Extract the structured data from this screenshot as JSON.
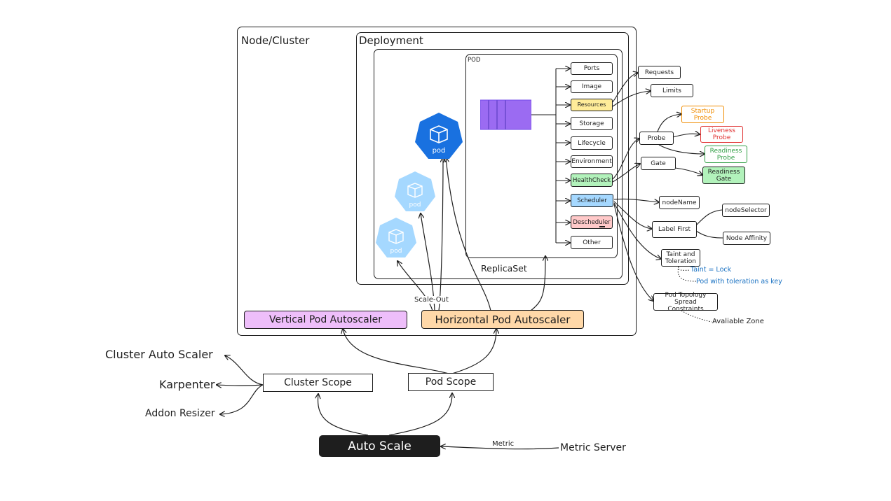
{
  "frames": {
    "node_cluster": "Node/Cluster",
    "deployment": "Deployment",
    "replicaset": "ReplicaSet",
    "pod": "POD"
  },
  "pod_fields": {
    "ports": "Ports",
    "image": "Image",
    "resources": "Resources",
    "storage": "Storage",
    "lifecycle": "Lifecycle",
    "environment": "Environment",
    "healthcheck": "HealthCheck",
    "scheduler": "Scheduler",
    "descheduler": "Descheduler",
    "other": "Other"
  },
  "resources_children": {
    "requests": "Requests",
    "limits": "Limits"
  },
  "healthcheck_children": {
    "probe": "Probe",
    "startup_probe": "Startup Probe",
    "liveness_probe": "Liveness Probe",
    "readiness_probe": "Readiness Probe",
    "gate": "Gate",
    "readiness_gate": "Readiness Gate"
  },
  "scheduler_children": {
    "node_name": "nodeName",
    "label_first": "Label First",
    "node_selector": "nodeSelector",
    "node_affinity": "Node Affinity",
    "taint_toleration": "Taint and Toleration",
    "taint_note": "Taint = Lock",
    "toleration_note": "Pod with toleration as key",
    "pod_topology": "Pod Topology Spread Constraints",
    "zone_note": "Avaliable Zone"
  },
  "pod_icon_label": "pod",
  "scale_out": "Scale-Out",
  "vpa": "Vertical Pod Autoscaler",
  "hpa": "Horizontal Pod Autoscaler",
  "cluster_scope": "Cluster Scope",
  "pod_scope": "Pod Scope",
  "cluster_tools": {
    "cluster_auto_scaler": "Cluster Auto Scaler",
    "karpenter": "Karpenter",
    "addon_resizer": "Addon Resizer"
  },
  "auto_scale": "Auto Scale",
  "metric_label": "Metric",
  "metric_server": "Metric Server",
  "colors": {
    "vpa_fill": "#eebefa",
    "hpa_fill": "#ffd8a8",
    "resources_fill": "#ffec99",
    "healthcheck_fill": "#b2f2bb",
    "scheduler_fill": "#a5d8ff",
    "descheduler_fill": "#ffc9c9",
    "readiness_gate_fill": "#b2f2bb",
    "startup_stroke": "#f08c00",
    "liveness_stroke": "#e03131",
    "readiness_stroke": "#2f9e44",
    "pod_dark": "#1971e0",
    "pod_light": "#a5d8ff",
    "container_purple": "#9b6bf2",
    "auto_scale_fill": "#1e1e1e",
    "note_blue": "#1971c2"
  }
}
